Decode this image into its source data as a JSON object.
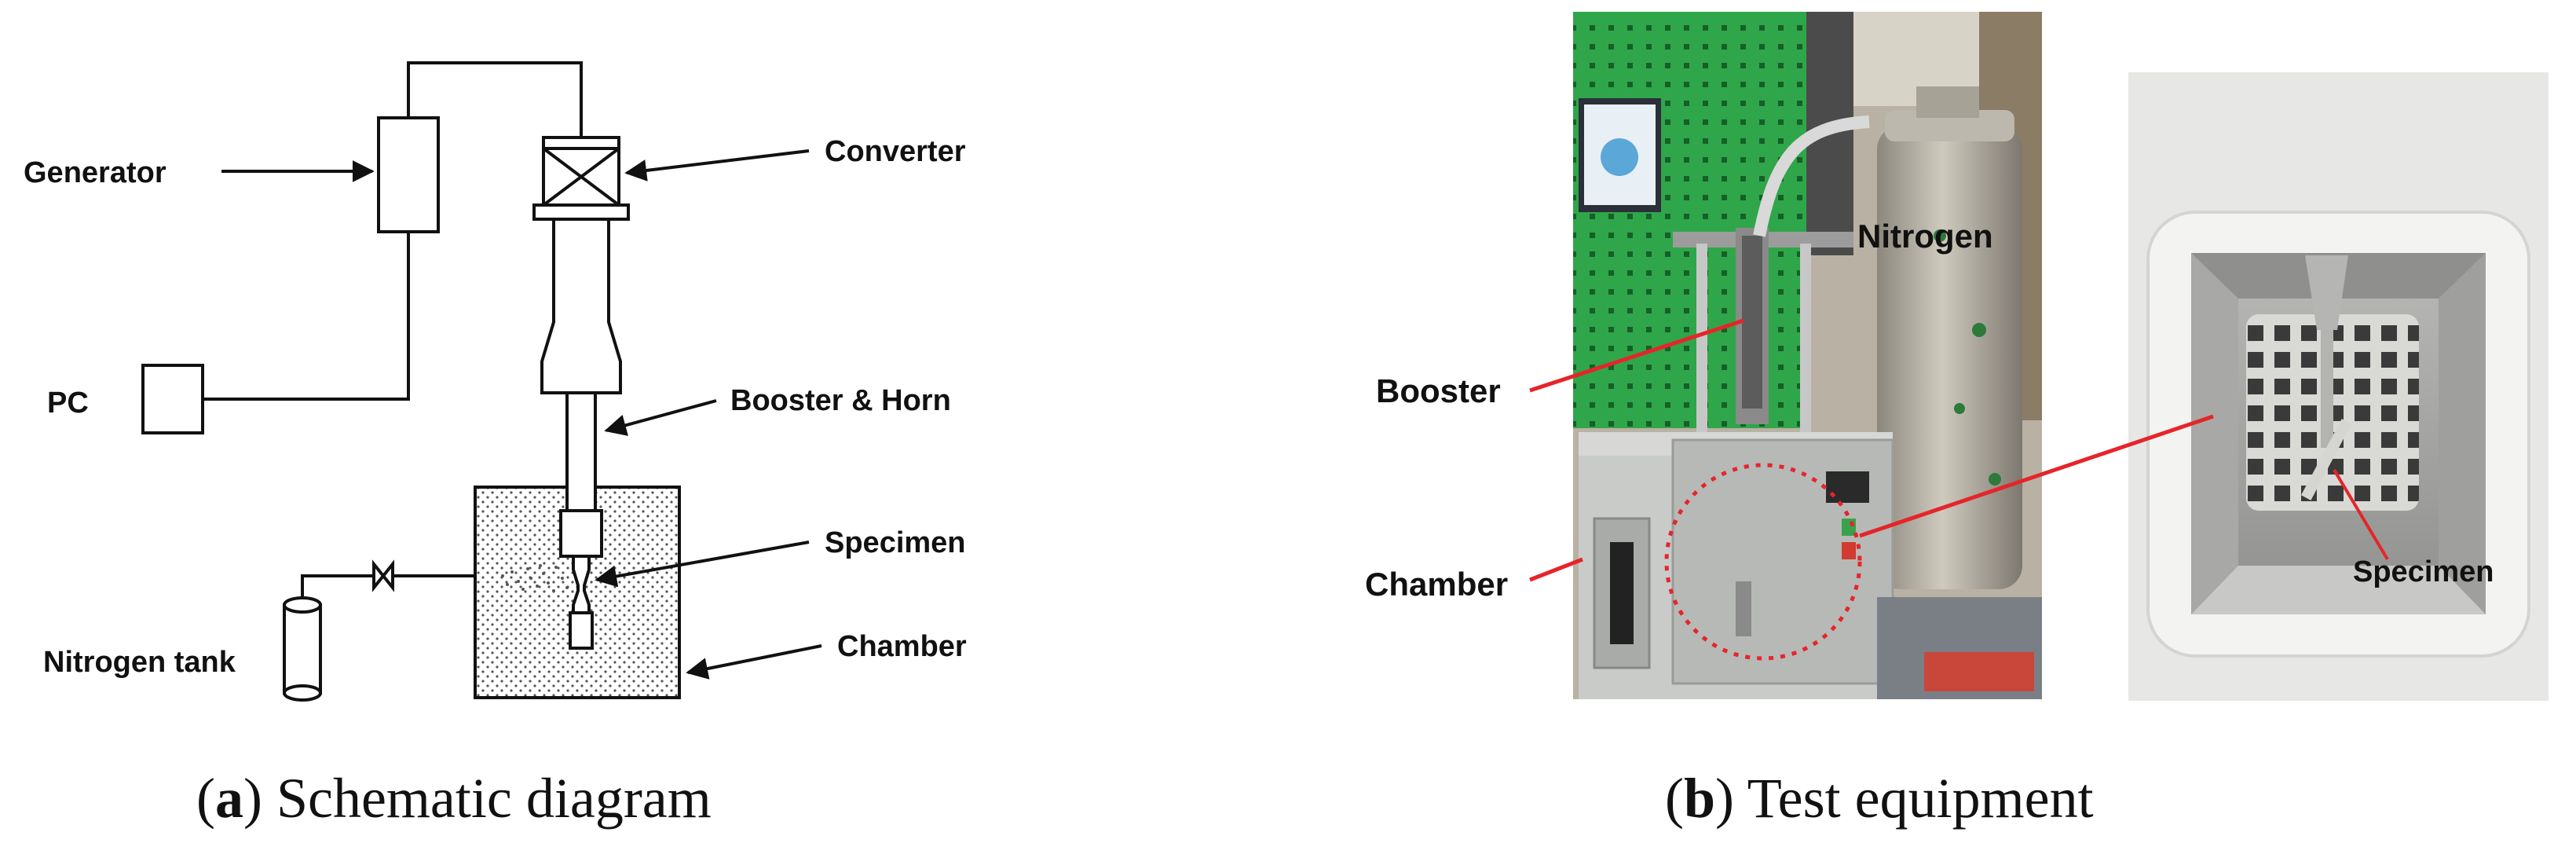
{
  "schematic": {
    "labels": {
      "generator": "Generator",
      "converter": "Converter",
      "pc": "PC",
      "booster_horn": "Booster & Horn",
      "specimen": "Specimen",
      "chamber": "Chamber",
      "nitrogen_tank": "Nitrogen tank"
    },
    "caption": {
      "letter": "a",
      "text": "Schematic diagram"
    }
  },
  "photos": {
    "labels": {
      "nitrogen": "Nitrogen",
      "booster": "Booster",
      "chamber": "Chamber",
      "specimen": "Specimen"
    },
    "caption": {
      "letter": "b",
      "text": "Test equipment"
    }
  },
  "colors": {
    "pointer_red": "#e5252a",
    "peg_green": "#2fa64a",
    "chamber_grey": "#c9cbc9",
    "nitrogen_steel": "#a9a49a",
    "insulation_white": "#f3f3f1"
  }
}
